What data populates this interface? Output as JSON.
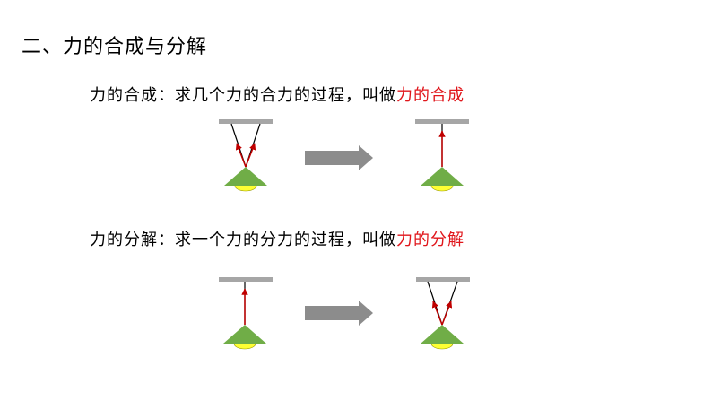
{
  "heading": "二、力的合成与分解",
  "synthesis": {
    "prefix": "力的合成：求几个力的合力的过程，叫做",
    "term": "力的合成"
  },
  "decomposition": {
    "prefix": "力的分解：求一个力的分力的过程，叫做",
    "term": "力的分解"
  },
  "colors": {
    "ceiling": "#a6a6a6",
    "force_arrow": "#c00000",
    "string": "#000000",
    "lamp_shade": "#70ad47",
    "bulb": "#ffff33",
    "process_arrow": "#8c8c8c"
  },
  "icons": [
    "lamp-icon",
    "ceiling-bar-icon",
    "right-arrow-icon"
  ]
}
